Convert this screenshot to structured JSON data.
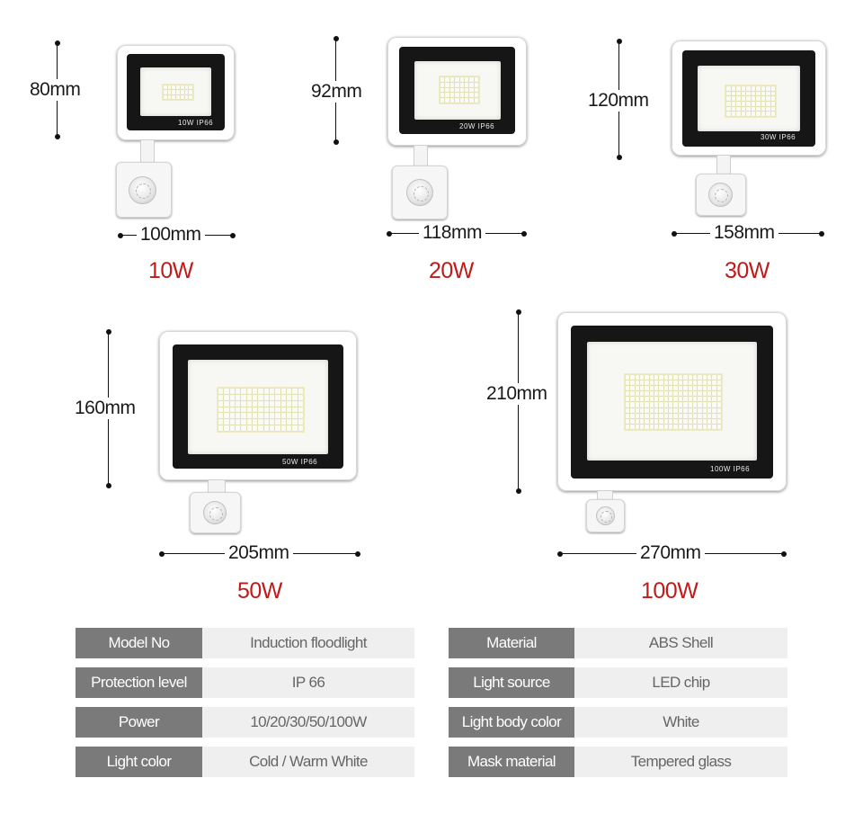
{
  "products": [
    {
      "id": "10w",
      "height_label": "80mm",
      "width_label": "100mm",
      "wattage": "10W",
      "lamp_label": "10W  IP66",
      "led_cols": 7,
      "led_rows": 3
    },
    {
      "id": "20w",
      "height_label": "92mm",
      "width_label": "118mm",
      "wattage": "20W",
      "lamp_label": "20W  IP66",
      "led_cols": 8,
      "led_rows": 5
    },
    {
      "id": "30w",
      "height_label": "120mm",
      "width_label": "158mm",
      "wattage": "30W",
      "lamp_label": "30W  IP66",
      "led_cols": 10,
      "led_rows": 6
    },
    {
      "id": "50w",
      "height_label": "160mm",
      "width_label": "205mm",
      "wattage": "50W",
      "lamp_label": "50W  IP66",
      "led_cols": 15,
      "led_rows": 7
    },
    {
      "id": "100w",
      "height_label": "210mm",
      "width_label": "270mm",
      "wattage": "100W",
      "lamp_label": "100W  IP66",
      "led_cols": 20,
      "led_rows": 10
    }
  ],
  "specs": {
    "left": [
      {
        "key": "Model No",
        "value": "Induction floodlight"
      },
      {
        "key": "Protection level",
        "value": "IP 66"
      },
      {
        "key": "Power",
        "value": "10/20/30/50/100W"
      },
      {
        "key": "Light color",
        "value": "Cold / Warm White"
      }
    ],
    "right": [
      {
        "key": "Material",
        "value": "ABS Shell"
      },
      {
        "key": "Light source",
        "value": "LED chip"
      },
      {
        "key": "Light body color",
        "value": "White"
      },
      {
        "key": "Mask material",
        "value": "Tempered glass"
      }
    ]
  },
  "colors": {
    "wattage_red": "#c01a1a",
    "spec_key_bg": "#7a7a7a",
    "spec_value_bg": "#efefef"
  }
}
